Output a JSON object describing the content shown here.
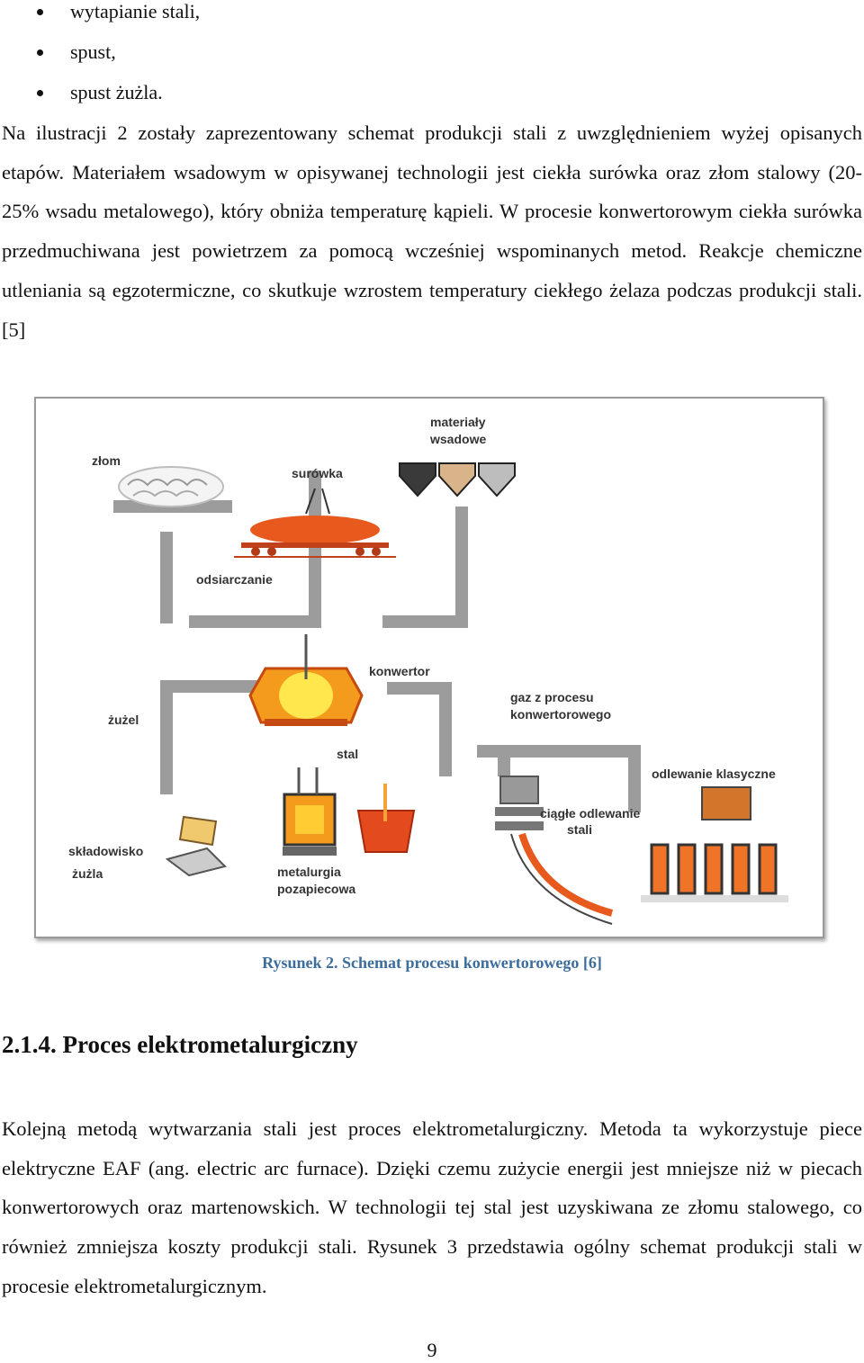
{
  "bullets": [
    "wytapianie stali,",
    "spust,",
    "spust żużla."
  ],
  "paragraph1": "Na ilustracji 2 zostały zaprezentowany schemat produkcji stali z uwzględnieniem wyżej opisanych etapów. Materiałem wsadowym w opisywanej technologii jest ciekła surówka oraz złom stalowy (20-25% wsadu metalowego), który obniża temperaturę kąpieli. W procesie konwertorowym ciekła surówka przedmuchiwana jest powietrzem za pomocą wcześniej wspominanych metod.  Reakcje chemiczne utleniania są egzotermiczne, co skutkuje wzrostem temperatury ciekłego żelaza podczas produkcji stali. [5]",
  "figure": {
    "labels": {
      "materialy_1": "materiały",
      "materialy_2": "wsadowe",
      "zlom": "złom",
      "surowka": "surówka",
      "odsiarczanie": "odsiarczanie",
      "konwertor": "konwertor",
      "gaz_1": "gaz z procesu",
      "gaz_2": "konwertorowego",
      "zuzel": "żużel",
      "stal": "stal",
      "odlewanie_klasyczne": "odlewanie klasyczne",
      "ciagle_1": "ciągłe odlewanie",
      "ciagle_2": "stali",
      "skladowisko_1": "składowisko",
      "skladowisko_2": "żużla",
      "metalurgia_1": "metalurgia",
      "metalurgia_2": "pozapiecowa"
    },
    "caption": "Rysunek 2.  Schemat procesu konwertorowego [6]"
  },
  "heading": "2.1.4. Proces elektrometalurgiczny",
  "paragraph2": "Kolejną metodą wytwarzania stali jest proces elektrometalurgiczny. Metoda ta wykorzystuje piece elektryczne EAF (ang. electric arc furnace). Dzięki czemu zużycie energii jest mniejsze niż w piecach konwertorowych oraz martenowskich. W technologii tej stal jest uzyskiwana ze złomu stalowego, co również zmniejsza koszty produkcji stali. Rysunek 3 przedstawia ogólny schemat produkcji stali w procesie elektrometalurgicznym.",
  "page_number": "9",
  "colors": {
    "caption": "#3d6d9c",
    "flow": "#9c9c9c",
    "furnace": "#e8591e"
  }
}
